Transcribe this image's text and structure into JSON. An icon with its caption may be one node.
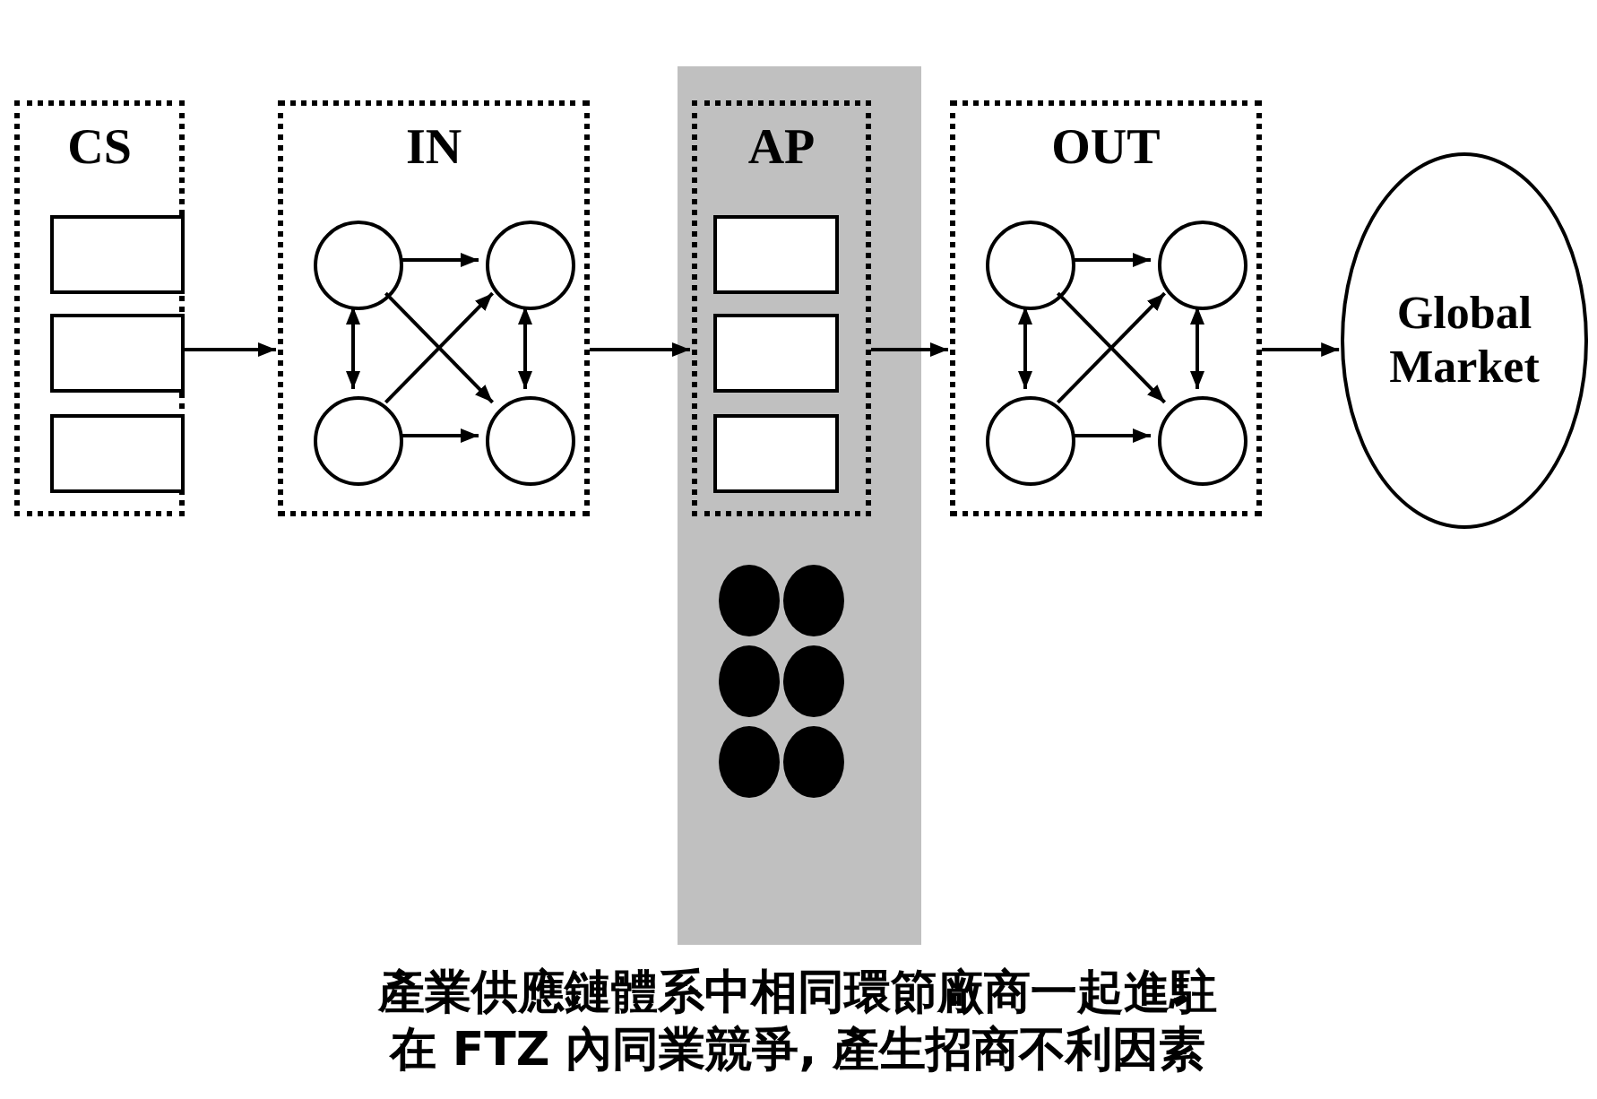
{
  "diagram": {
    "caption": "產業供應鏈體系中相同環節廠商一起進駐在 FTZ 內同業競爭, 產生招商不利因素",
    "nodes": [
      {
        "text": [
          "CS"
        ]
      },
      {
        "text": [],
        "shape": "box",
        "in": 0
      },
      {
        "text": [],
        "shape": "box",
        "in": 0
      },
      {
        "text": [],
        "shape": "box",
        "in": 0
      },
      {
        "text": [
          "IN"
        ]
      },
      {
        "text": [],
        "shape": "circle",
        "in": 4
      },
      {
        "text": [],
        "shape": "circle",
        "in": 4
      },
      {
        "text": [],
        "shape": "circle",
        "in": 4
      },
      {
        "text": [],
        "shape": "circle",
        "in": 4
      },
      {
        "text": [],
        "shape": "band"
      },
      {
        "text": [
          "AP"
        ],
        "in": 9
      },
      {
        "text": [],
        "shape": "box",
        "in": 10
      },
      {
        "text": [],
        "shape": "box",
        "in": 10
      },
      {
        "text": [],
        "shape": "box",
        "in": 10
      },
      {
        "text": [],
        "shape": "dot",
        "in": 9
      },
      {
        "text": [],
        "shape": "dot",
        "in": 9
      },
      {
        "text": [],
        "shape": "dot",
        "in": 9
      },
      {
        "text": [],
        "shape": "dot",
        "in": 9
      },
      {
        "text": [],
        "shape": "dot",
        "in": 9
      },
      {
        "text": [],
        "shape": "dot",
        "in": 9
      },
      {
        "text": [
          "OUT"
        ]
      },
      {
        "text": [],
        "shape": "circle",
        "in": 20
      },
      {
        "text": [],
        "shape": "circle",
        "in": 20
      },
      {
        "text": [],
        "shape": "circle",
        "in": 20
      },
      {
        "text": [],
        "shape": "circle",
        "in": 20
      },
      {
        "text": [
          "Global Market"
        ]
      }
    ],
    "edges": [
      {
        "from": 0,
        "to": 4,
        "arrow": "to"
      },
      {
        "from": 4,
        "to": 10,
        "arrow": "to"
      },
      {
        "from": 10,
        "to": 20,
        "arrow": "to"
      },
      {
        "from": 20,
        "to": 25,
        "arrow": "to"
      },
      {
        "from": 5,
        "to": 6,
        "arrow": "to"
      },
      {
        "from": 7,
        "to": 8,
        "arrow": "to"
      },
      {
        "from": 5,
        "to": 7,
        "arrow": "both"
      },
      {
        "from": 6,
        "to": 8,
        "arrow": "both"
      },
      {
        "from": 5,
        "to": 8,
        "arrow": "to"
      },
      {
        "from": 7,
        "to": 6,
        "arrow": "to"
      },
      {
        "from": 21,
        "to": 22,
        "arrow": "to"
      },
      {
        "from": 23,
        "to": 24,
        "arrow": "to"
      },
      {
        "from": 21,
        "to": 23,
        "arrow": "both"
      },
      {
        "from": 22,
        "to": 24,
        "arrow": "both"
      },
      {
        "from": 21,
        "to": 24,
        "arrow": "to"
      },
      {
        "from": 23,
        "to": 22,
        "arrow": "to"
      }
    ]
  }
}
